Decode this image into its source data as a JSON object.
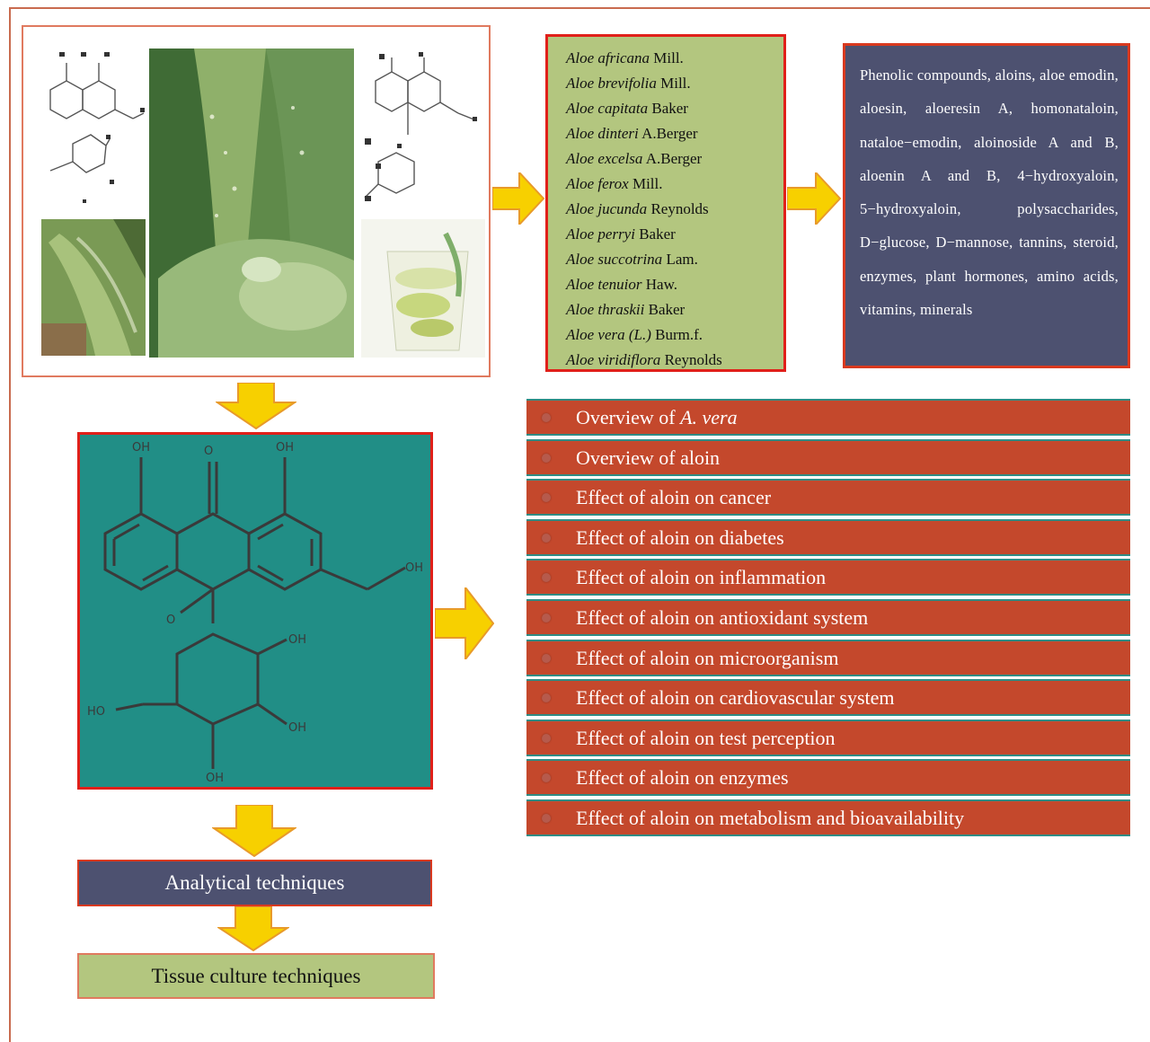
{
  "species": [
    {
      "genus": "Aloe",
      "epithet": "africana",
      "authority": "Mill."
    },
    {
      "genus": "Aloe",
      "epithet": "brevifolia",
      "authority": "Mill."
    },
    {
      "genus": "Aloe",
      "epithet": "capitata",
      "authority": "Baker"
    },
    {
      "genus": "Aloe",
      "epithet": "dinteri",
      "authority": "A.Berger"
    },
    {
      "genus": "Aloe",
      "epithet": "excelsa",
      "authority": "A.Berger"
    },
    {
      "genus": "Aloe",
      "epithet": "ferox",
      "authority": "Mill."
    },
    {
      "genus": "Aloe",
      "epithet": "jucunda",
      "authority": "Reynolds"
    },
    {
      "genus": "Aloe",
      "epithet": "perryi",
      "authority": "Baker"
    },
    {
      "genus": "Aloe",
      "epithet": "succotrina",
      "authority": "Lam."
    },
    {
      "genus": "Aloe",
      "epithet": "tenuior",
      "authority": "Haw."
    },
    {
      "genus": "Aloe",
      "epithet": "thraskii",
      "authority": "Baker"
    },
    {
      "genus": "Aloe",
      "epithet": "vera (L.)",
      "authority": "Burm.f."
    },
    {
      "genus": "Aloe",
      "epithet": "viridiflora",
      "authority": "Reynolds"
    }
  ],
  "compounds_text": "Phenolic compounds, aloins, aloe emodin, aloesin, aloeresin A, homonataloin, nataloe−emodin, aloinoside A and B, aloenin A and B, 4−hydroxyaloin, 5−hydroxyaloin, polysaccharides, D−glucose, D−mannose, tannins, steroid, enzymes, plant hormones, amino acids, vitamins,  minerals",
  "topics": [
    {
      "prefix": "Overview of ",
      "italic": "A. vera"
    },
    {
      "prefix": "Overview of aloin",
      "italic": ""
    },
    {
      "prefix": "Effect of aloin on cancer",
      "italic": ""
    },
    {
      "prefix": "Effect of aloin on diabetes",
      "italic": ""
    },
    {
      "prefix": "Effect of aloin on inflammation",
      "italic": ""
    },
    {
      "prefix": "Effect of aloin on antioxidant system",
      "italic": ""
    },
    {
      "prefix": "Effect of aloin on microorganism",
      "italic": ""
    },
    {
      "prefix": "Effect of aloin on cardiovascular system",
      "italic": ""
    },
    {
      "prefix": "Effect of aloin on test perception",
      "italic": ""
    },
    {
      "prefix": "Effect of aloin on enzymes",
      "italic": ""
    },
    {
      "prefix": "Effect of aloin on metabolism and bioavailability",
      "italic": ""
    }
  ],
  "analytical_label": "Analytical techniques",
  "tissue_label": "Tissue culture techniques",
  "structure_labels": {
    "oh": "OH",
    "o": "O",
    "ho": "HO"
  },
  "colors": {
    "species_fill": "#b3c67f",
    "compounds_fill": "#4d5170",
    "structure_fill": "#218e86",
    "topic_fill": "#c4482c",
    "arrow_fill": "#f7d000",
    "border_red": "#e0201a"
  }
}
